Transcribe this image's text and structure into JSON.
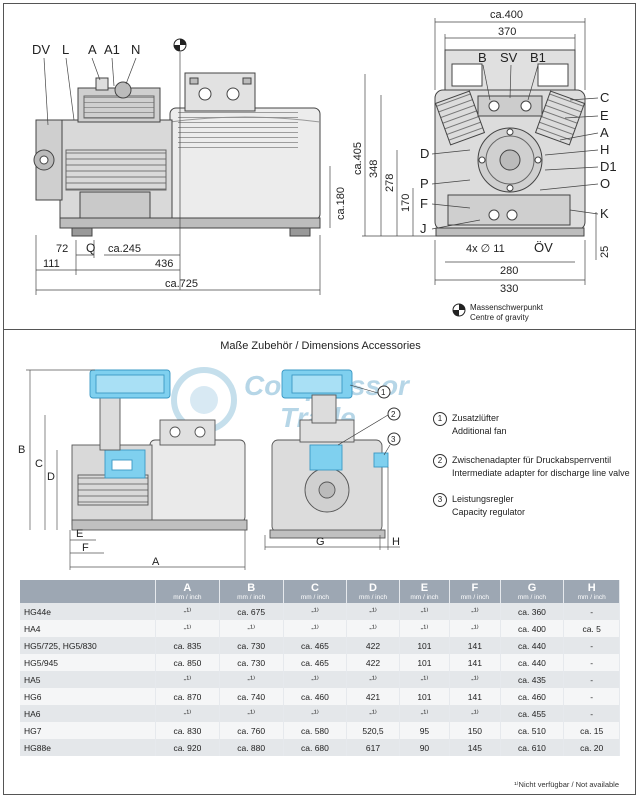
{
  "top_drawing": {
    "side_labels": [
      "DV",
      "L",
      "A",
      "A1",
      "N"
    ],
    "side_dims": {
      "dim_72": "72",
      "dim_245": "ca.245",
      "dim_111": "111",
      "dim_436": "436",
      "dim_725": "ca.725",
      "dim_180": "ca.180",
      "label_q": "Q"
    },
    "front_labels_top": [
      "B",
      "SV",
      "B1"
    ],
    "front_labels_right": [
      "C",
      "E",
      "A",
      "H",
      "D1",
      "O",
      "K"
    ],
    "front_labels_left": [
      "D",
      "P",
      "F",
      "J"
    ],
    "front_dims": {
      "dim_400": "ca.400",
      "dim_370": "370",
      "dim_405": "ca.405",
      "dim_348": "348",
      "dim_278": "278",
      "dim_170": "170",
      "dim_holes": "4x ∅ 11",
      "dim_280": "280",
      "dim_330": "330",
      "dim_25": "25",
      "label_ov": "ÖV"
    },
    "cog_line1": "Massenschwerpunkt",
    "cog_line2": "Centre of gravity"
  },
  "accessories": {
    "title": "Maße Zubehör / Dimensions Accessories",
    "watermark_line1": "Compressor",
    "watermark_line2": "Trade",
    "side_dim_labels": [
      "B",
      "C",
      "D",
      "E",
      "F",
      "A"
    ],
    "front_dim_labels": [
      "G",
      "H"
    ],
    "callouts": [
      "1",
      "2",
      "3"
    ],
    "legend": [
      {
        "num": "1",
        "de": "Zusatzlüfter",
        "en": "Additional fan"
      },
      {
        "num": "2",
        "de": "Zwischenadapter für Druckabsperrventil",
        "en": "Intermediate adapter for discharge line valve"
      },
      {
        "num": "3",
        "de": "Leistungsregler",
        "en": "Capacity regulator"
      }
    ]
  },
  "table": {
    "unit": "mm / inch",
    "columns": [
      "A",
      "B",
      "C",
      "D",
      "E",
      "F",
      "G",
      "H"
    ],
    "rows": [
      {
        "model": "HG44e",
        "cells": [
          "-¹⁾",
          "ca. 675",
          "-¹⁾",
          "-¹⁾",
          "-¹⁾",
          "-¹⁾",
          "ca. 360",
          "-"
        ]
      },
      {
        "model": "HA4",
        "cells": [
          "-¹⁾",
          "-¹⁾",
          "-¹⁾",
          "-¹⁾",
          "-¹⁾",
          "-¹⁾",
          "ca. 400",
          "ca. 5"
        ]
      },
      {
        "model": "HG5/725, HG5/830",
        "cells": [
          "ca. 835",
          "ca. 730",
          "ca. 465",
          "422",
          "101",
          "141",
          "ca. 440",
          "-"
        ]
      },
      {
        "model": "HG5/945",
        "cells": [
          "ca. 850",
          "ca. 730",
          "ca. 465",
          "422",
          "101",
          "141",
          "ca. 440",
          "-"
        ]
      },
      {
        "model": "HA5",
        "cells": [
          "-¹⁾",
          "-¹⁾",
          "-¹⁾",
          "-¹⁾",
          "-¹⁾",
          "-¹⁾",
          "ca. 435",
          "-"
        ]
      },
      {
        "model": "HG6",
        "cells": [
          "ca. 870",
          "ca. 740",
          "ca. 460",
          "421",
          "101",
          "141",
          "ca. 460",
          "-"
        ]
      },
      {
        "model": "HA6",
        "cells": [
          "-¹⁾",
          "-¹⁾",
          "-¹⁾",
          "-¹⁾",
          "-¹⁾",
          "-¹⁾",
          "ca. 455",
          "-"
        ]
      },
      {
        "model": "HG7",
        "cells": [
          "ca. 830",
          "ca. 760",
          "ca. 580",
          "520,5",
          "95",
          "150",
          "ca. 510",
          "ca. 15"
        ]
      },
      {
        "model": "HG88e",
        "cells": [
          "ca. 920",
          "ca. 880",
          "ca. 680",
          "617",
          "90",
          "145",
          "ca. 610",
          "ca. 20"
        ]
      }
    ],
    "footnote": "¹⁾Nicht verfügbar / Not available"
  },
  "colors": {
    "accent_fan": "#5bbde4",
    "header_bg": "#9da7b3",
    "row_odd": "#e4e7ea",
    "row_even": "#f5f6f7",
    "watermark": "#9ec9e0"
  }
}
